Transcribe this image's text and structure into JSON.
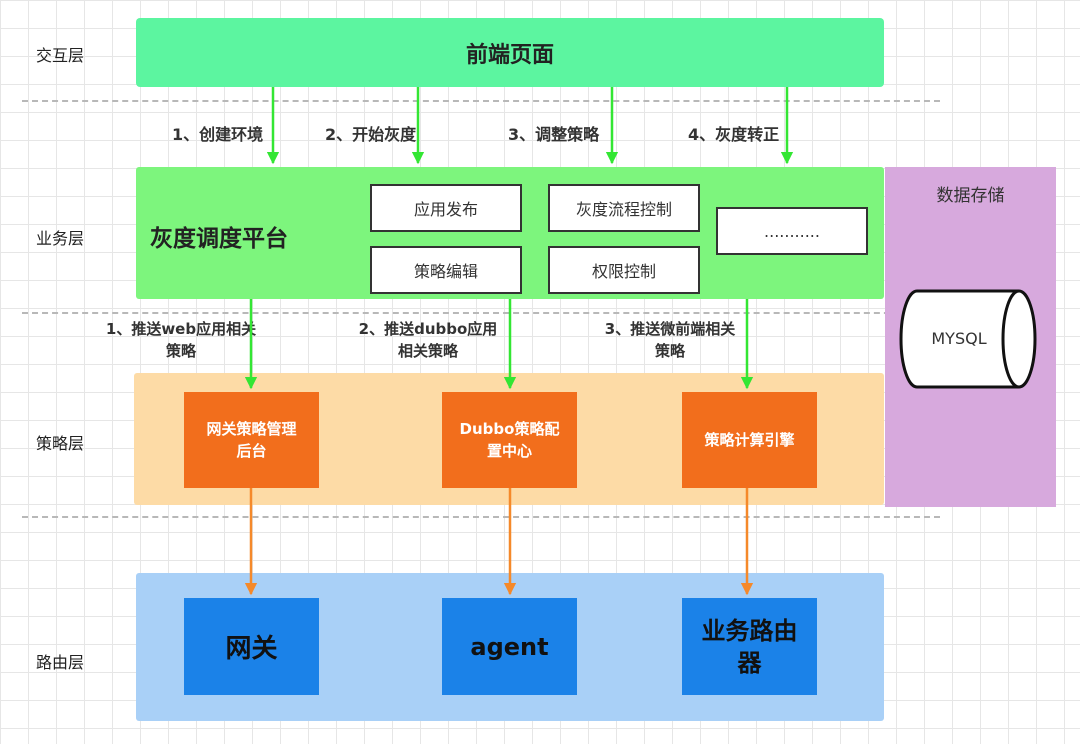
{
  "layers": {
    "interaction": "交互层",
    "business": "业务层",
    "strategy": "策略层",
    "routing": "路由层"
  },
  "frontend": {
    "title": "前端页面"
  },
  "steps": [
    "1、创建环境",
    "2、开始灰度",
    "3、调整策略",
    "4、灰度转正"
  ],
  "platform": {
    "title": "灰度调度平台",
    "modules": {
      "app_release": "应用发布",
      "gray_flow": "灰度流程控制",
      "more": "...........",
      "policy_edit": "策略编辑",
      "permission": "权限控制"
    }
  },
  "storage": {
    "title": "数据存储",
    "db": "MYSQL"
  },
  "pushes": [
    [
      "1、推送web应用相关",
      "策略"
    ],
    [
      "2、推送dubbo应用",
      "相关策略"
    ],
    [
      "3、推送微前端相关",
      "策略"
    ]
  ],
  "strategy_boxes": [
    [
      "网关策略管理",
      "后台"
    ],
    [
      "Dubbo策略配",
      "置中心"
    ],
    [
      "策略计算引擎"
    ]
  ],
  "routing_boxes": [
    [
      "网关"
    ],
    [
      "agent"
    ],
    [
      "业务路由",
      "器"
    ]
  ],
  "colors": {
    "frontend": "#5cf5a0",
    "platform": "#7df57d",
    "storage": "#d7a9dd",
    "strategy_band": "#fddba6",
    "strategy_box": "#f26e1c",
    "routing_band": "#a9d0f7",
    "routing_box": "#1b82e8",
    "green_arrow": "#33e633",
    "orange_arrow": "#f5892a"
  }
}
